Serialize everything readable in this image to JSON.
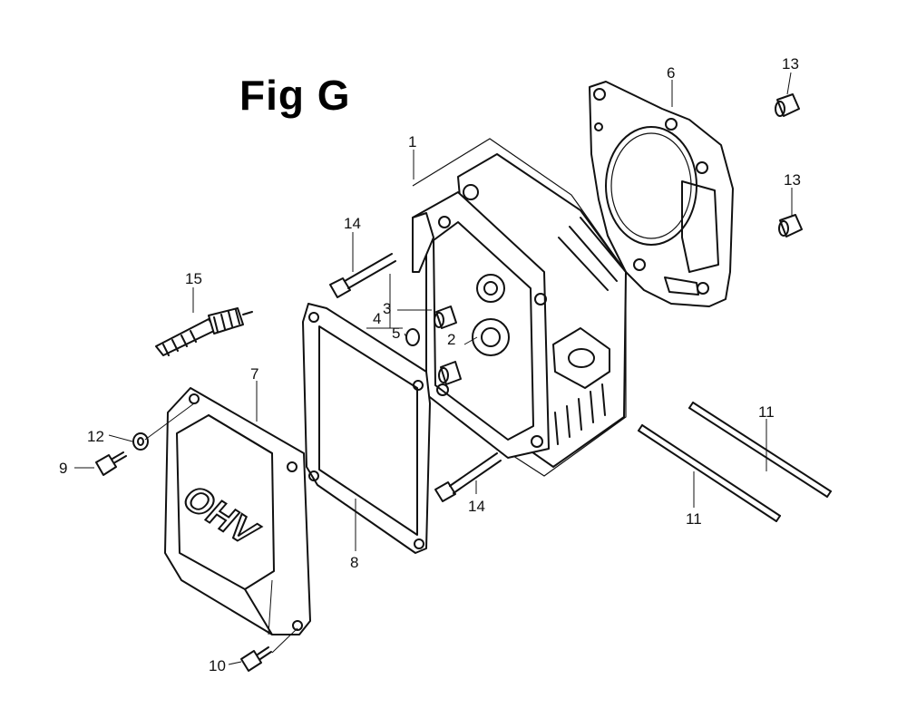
{
  "title": "Fig G",
  "embossed_text": "OHV",
  "callouts": {
    "p1": "1",
    "p2": "2",
    "p3": "3",
    "p4": "4",
    "p5": "5",
    "p6": "6",
    "p7": "7",
    "p8": "8",
    "p9": "9",
    "p10": "10",
    "p11a": "11",
    "p11b": "11",
    "p12": "12",
    "p13a": "13",
    "p13b": "13",
    "p14a": "14",
    "p14b": "14",
    "p15": "15"
  }
}
